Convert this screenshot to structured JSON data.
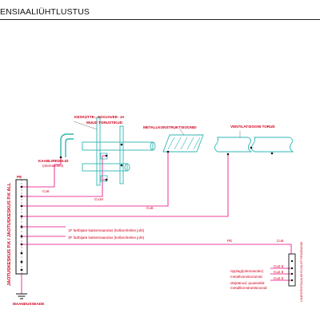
{
  "title": "ENSIAALIÜHTLUSTUS",
  "labels": {
    "pe_bar": "PE",
    "distribution_board": "JAOTUSKESKUS P.K / JAOTUSKESKUS P.K ALL",
    "ground": "MAANDUSSEADE",
    "cable_tray": "KAABLIREDELID",
    "cable_tray_sub": "(olemasolev)",
    "heating_pipes": "KESKÜTTE-, SOOJAVEE- JA",
    "heating_pipes_2": "MUUD TORUSTIKUD",
    "metal_structures": "METALLKONSTRUKTSIOONID",
    "ventilation": "VENTILATSIOONI TORUD",
    "aux_board_1": "1F fartbijate kaitsemaandus (kollaroheline juht)",
    "aux_board_2": "3F fartbijate kaitsemaandus (kollaroheline juht)",
    "pe_line": "PE",
    "equip_1": "ripplagi(olemasolev)",
    "equip_2": "metallvannitoriumid",
    "equip_3": "ülejäänud, puutealtid",
    "equip_4": "metallkonstruktsioonid",
    "local_bar": "LISAPOTENTSIAALIÜHTLUSLATT PEGARANNE"
  },
  "cables": {
    "c1": "Cu6",
    "c2": "Cu16",
    "c3": "Cu6",
    "c4": "Cu6",
    "c5": "Cu2.5",
    "c6": "Cu2.5",
    "c7": "Cu2.5"
  },
  "colors": {
    "wire": "#e6007e",
    "label": "#d0001c",
    "pipe": "#2fb6b3",
    "black": "#111111"
  }
}
